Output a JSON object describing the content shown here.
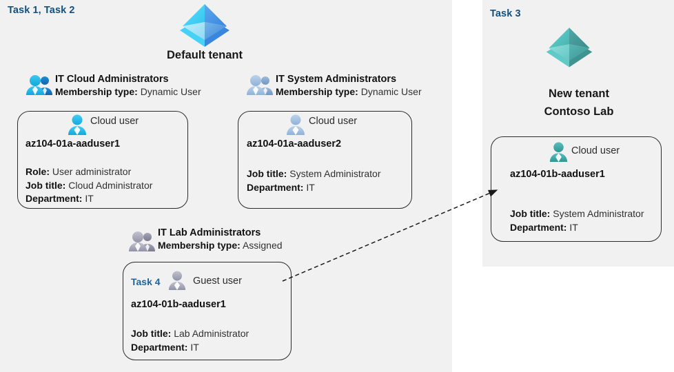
{
  "panels": {
    "left": {
      "task_label": "Task 1, Task 2"
    },
    "right": {
      "task_label": "Task 3"
    }
  },
  "colors": {
    "panel_background": "#f1f1f1",
    "page_background": "#ffffff",
    "task_label": "#12507e",
    "card_task_label": "#1f639c",
    "default_tenant_icon": "#3ec9f5",
    "default_tenant_icon_dark": "#4a90e2",
    "new_tenant_icon": "#56c5c3",
    "new_tenant_icon_dark": "#3f9c9a",
    "cloud_user_icon_blue": "#29b6e8",
    "cloud_user_icon_steel": "#a8c2e0",
    "guest_user_icon_gray": "#a9a9b8",
    "cloud_user_icon_teal": "#3aa9a6",
    "card_border": "#2a2a2a",
    "body_text": "#303030",
    "bold_text": "#111111"
  },
  "tenants": [
    {
      "id": "default-tenant",
      "icon": "azure-tenant-diamond-icon",
      "title": "Default tenant"
    },
    {
      "id": "new-tenant",
      "icon": "azure-tenant-diamond-icon",
      "title_line1": "New  tenant",
      "title_line2": "Contoso Lab"
    }
  ],
  "groups": [
    {
      "id": "it-cloud-administrators",
      "icon": "group-users-icon",
      "name": "IT Cloud Administrators",
      "meta_label": "Membership type:",
      "meta_value": "Dynamic User"
    },
    {
      "id": "it-system-administrators",
      "icon": "group-users-icon",
      "name": "IT System Administrators",
      "meta_label": "Membership type:",
      "meta_value": "Dynamic User"
    },
    {
      "id": "it-lab-administrators",
      "icon": "group-users-icon",
      "name": "IT Lab Administrators",
      "meta_label": "Membership type:",
      "meta_value": "Assigned"
    }
  ],
  "cards": [
    {
      "id": "az104-01a-aaduser1",
      "user_icon": "cloud-user-icon",
      "user_type": "Cloud user",
      "upn": "az104-01a-aaduser1",
      "props": [
        {
          "label": "Role:",
          "value": "User administrator"
        },
        {
          "label": "Job title:",
          "value": "Cloud Administrator"
        },
        {
          "label": "Department:",
          "value": "IT"
        }
      ]
    },
    {
      "id": "az104-01a-aaduser2",
      "user_icon": "cloud-user-icon",
      "user_type": "Cloud user",
      "upn": "az104-01a-aaduser2",
      "props": [
        {
          "label": "Job title:",
          "value": "System Administrator"
        },
        {
          "label": "Department:",
          "value": "IT"
        }
      ]
    },
    {
      "id": "az104-01b-aaduser1-guest",
      "task_label": "Task 4",
      "user_icon": "guest-user-icon",
      "user_type": "Guest user",
      "upn": "az104-01b-aaduser1",
      "props": [
        {
          "label": "Job title:",
          "value": "Lab Administrator"
        },
        {
          "label": "Department:",
          "value": "IT"
        }
      ]
    },
    {
      "id": "az104-01b-aaduser1-cloud",
      "user_icon": "cloud-user-icon",
      "user_type": "Cloud user",
      "upn": "az104-01b-aaduser1",
      "props": [
        {
          "label": "Job title:",
          "value": "System Administrator"
        },
        {
          "label": "Department:",
          "value": "IT"
        }
      ]
    }
  ],
  "connector": {
    "id": "guest-to-cloud-user-arrow",
    "style": "dashed-arrow"
  }
}
